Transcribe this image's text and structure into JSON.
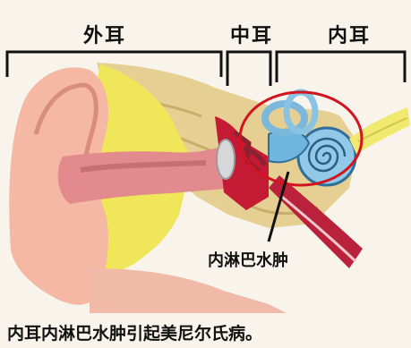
{
  "sections": {
    "outer": "外耳",
    "middle": "中耳",
    "inner": "内耳"
  },
  "callout": "内淋巴水肿",
  "caption": "内耳内淋巴水肿引起美尼尔氏病。",
  "colors": {
    "skin": "#f2b7a6",
    "ear_canal": "#e07f83",
    "cartilage": "#f0ea5a",
    "bone": "#e8d49a",
    "eardrum_red": "#c8102e",
    "cochlea_blue": "#8ec7e6",
    "highlight_circle": "#d3131f"
  }
}
